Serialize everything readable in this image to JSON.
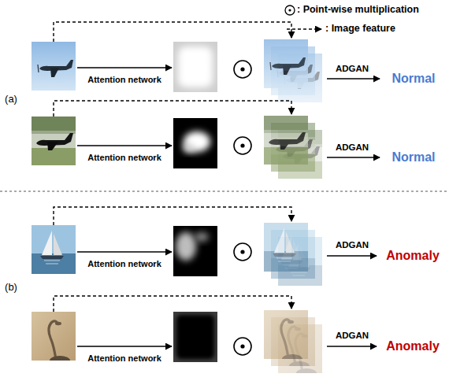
{
  "diagram": {
    "labels": [
      "Attention network",
      "ADGAN",
      "Normal",
      "(a)",
      "Attention network",
      "ADGAN",
      "Normal",
      "(b)",
      "Attention network",
      "ADGAN",
      "Anomaly",
      "Attention network",
      "ADGAN",
      "Anomaly"
    ],
    "legend": [
      {
        "text": ": Point-wise multiplication"
      },
      {
        "text": ": Image feature"
      }
    ]
  }
}
